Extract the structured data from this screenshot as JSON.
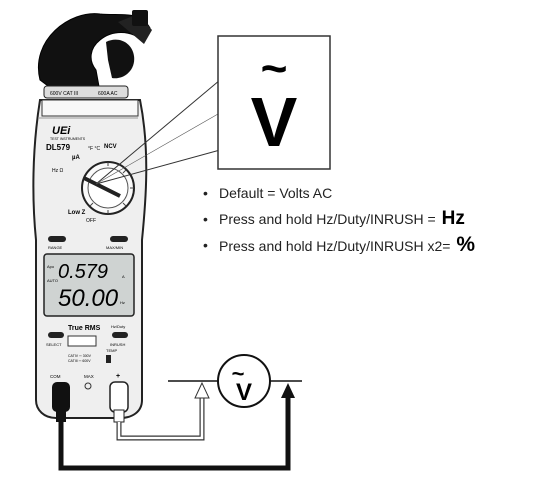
{
  "meter": {
    "brand": "UEi",
    "brand_sub": "TEST INSTRUMENTS",
    "model": "DL579",
    "jaw_rating_left": "600V CAT III",
    "jaw_rating_right": "600A AC",
    "dial": {
      "ncv": "NCV",
      "temp": "°F °C",
      "microamp": "µA",
      "ohm_hz": "Hz Ω",
      "low_z": "Low Z",
      "off": "OFF"
    },
    "buttons": {
      "range": "RANGE",
      "maxmin": "MAX/MIN",
      "select": "SELECT",
      "inrush": "INRUSH",
      "hz_duty": "Hz/Duty"
    },
    "display": {
      "primary": "0.579",
      "secondary": "50.00",
      "apo": "Apo",
      "auto": "AUTO",
      "unit_primary": "A",
      "unit_secondary": "Hz"
    },
    "true_rms": "True RMS",
    "temp_label": "TEMP",
    "cat_line1": "CATIV ⎓ 300V",
    "cat_line2": "CATIII ⎓ 600V",
    "jacks": {
      "com": "COM",
      "max": "MAX",
      "plus": "+"
    }
  },
  "callout": {
    "symbol_wave": "~",
    "symbol_v": "V"
  },
  "bullets": [
    {
      "text": "Default = Volts AC",
      "suffix": "",
      "suffix_style": ""
    },
    {
      "text": "Press and hold Hz/Duty/INRUSH  =",
      "suffix": "Hz",
      "suffix_style": "big"
    },
    {
      "text": "Press and hold Hz/Duty/INRUSH x2=",
      "suffix": "%",
      "suffix_style": "big pct"
    }
  ],
  "circuit": {
    "meter_wave": "~",
    "meter_v": "V"
  },
  "colors": {
    "meter_body": "#efefef",
    "meter_outline": "#222222",
    "jaw": "#111111",
    "lcd_bg": "#cfd3d2",
    "lead_black": "#111111",
    "lead_red": "#ffffff"
  }
}
